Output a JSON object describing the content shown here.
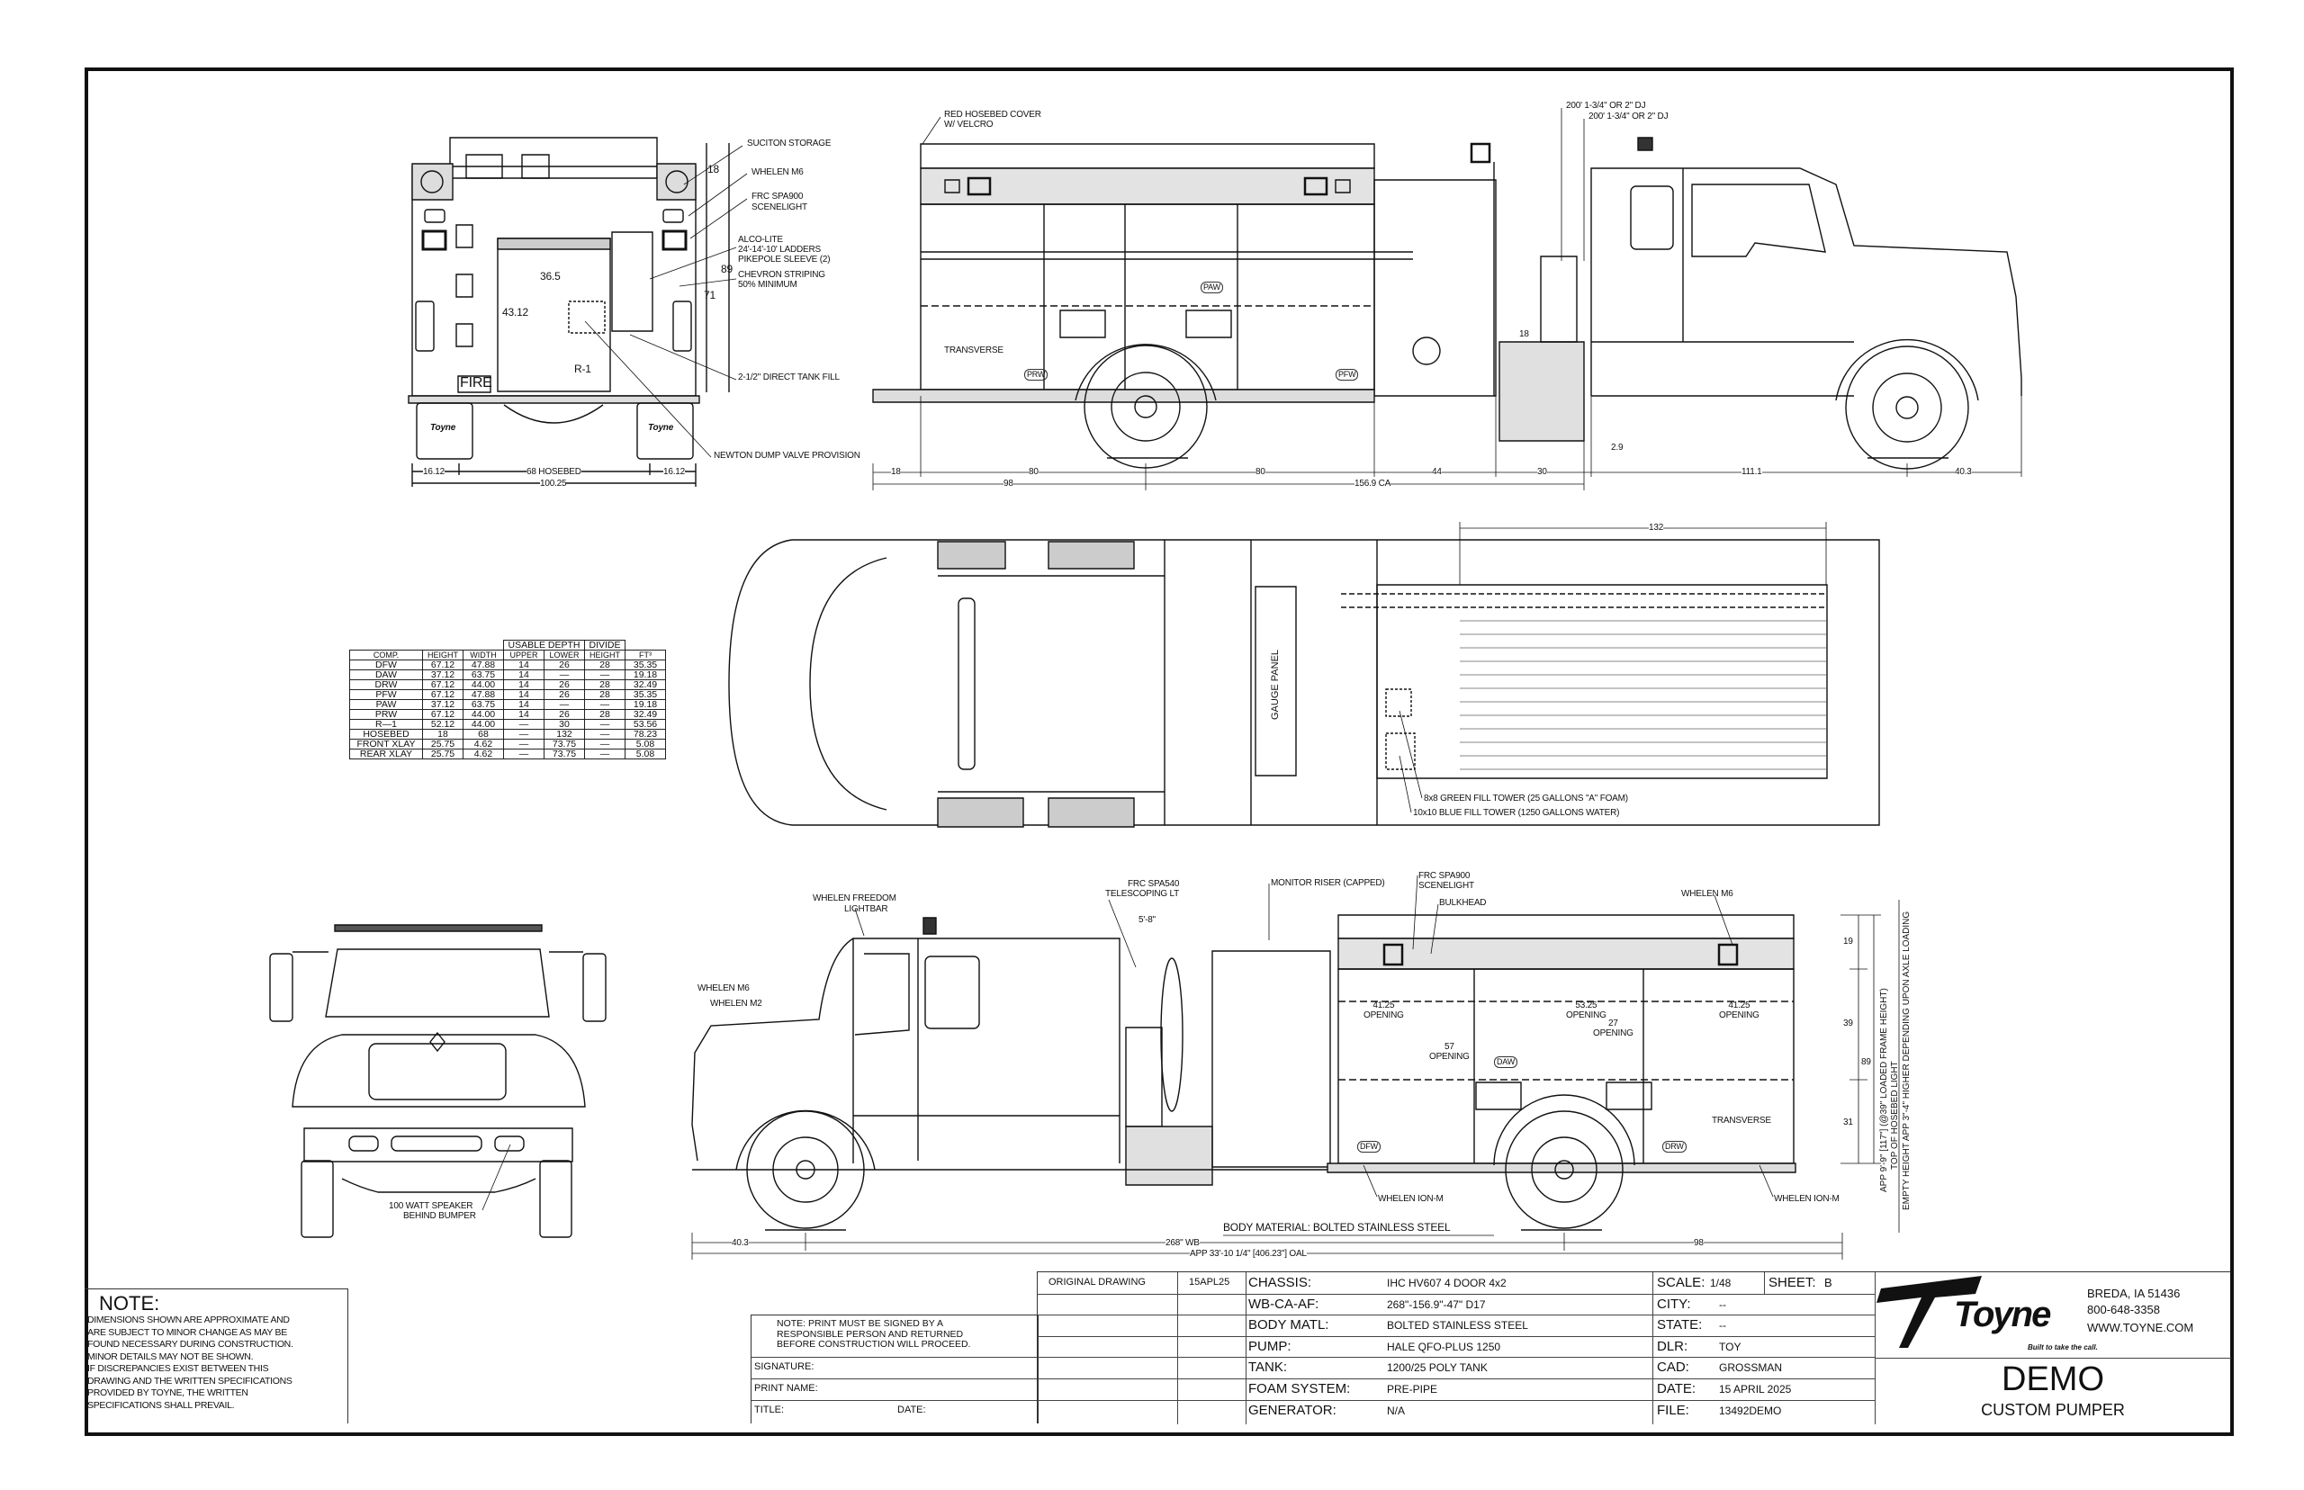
{
  "rear_view": {
    "labels": {
      "suction_storage": "SUCITON STORAGE",
      "whelen_m6": "WHELEN M6",
      "frc_spa900_1": "FRC SPA900",
      "frc_spa900_2": "SCENELIGHT",
      "alco_1": "ALCO-LITE",
      "alco_2": "24'-14'-10' LADDERS",
      "alco_3": "PIKEPOLE SLEEVE (2)",
      "chevron_1": "CHEVRON STRIPING",
      "chevron_2": "50% MINIMUM",
      "tank_fill": "2-1/2\" DIRECT TANK FILL",
      "dump_valve": "NEWTON DUMP VALVE PROVISION",
      "fire": "FIRE",
      "r1": "R-1",
      "logo_left": "Toyne",
      "logo_right": "Toyne"
    },
    "dims": {
      "d18": "18",
      "d89": "89",
      "d71": "71",
      "d36_5": "36.5",
      "d43_12": "43.12",
      "left": "16.12",
      "hosebed": "68  HOSEBED",
      "right": "16.12",
      "overall": "100.25"
    }
  },
  "side_view_top": {
    "labels": {
      "hosebed_cover_1": "RED HOSEBED COVER",
      "hosebed_cover_2": "W/ VELCRO",
      "dj_1": "200' 1-3/4\" OR 2\" DJ",
      "dj_2": "200' 1-3/4\" OR 2\" DJ",
      "paw": "PAW",
      "transverse": "TRANSVERSE",
      "prw": "PRW",
      "pfw": "PFW"
    },
    "dims": {
      "step": "18",
      "gap": "2.9",
      "d18": "18",
      "d80a": "80",
      "d80b": "80",
      "d44": "44",
      "d30": "30",
      "d111": "111.1",
      "d40": "40.3",
      "d98": "98",
      "ca": "156.9  CA"
    }
  },
  "plan_view": {
    "labels": {
      "gauge_panel": "GAUGE  PANEL",
      "green_tower": "8x8 GREEN FILL TOWER (25 GALLONS \"A\" FOAM)",
      "blue_tower": "10x10 BLUE FILL TOWER (1250 GALLONS WATER)"
    },
    "dims": {
      "d132": "132"
    }
  },
  "compartment_table": {
    "group_headers": {
      "usable_depth": "USABLE  DEPTH",
      "divide": "DIVIDE"
    },
    "headers": [
      "COMP.",
      "HEIGHT",
      "WIDTH",
      "UPPER",
      "LOWER",
      "HEIGHT",
      "FT³"
    ],
    "rows": [
      [
        "DFW",
        "67.12",
        "47.88",
        "14",
        "26",
        "28",
        "35.35"
      ],
      [
        "DAW",
        "37.12",
        "63.75",
        "14",
        "—",
        "—",
        "19.18"
      ],
      [
        "DRW",
        "67.12",
        "44.00",
        "14",
        "26",
        "28",
        "32.49"
      ],
      [
        "PFW",
        "67.12",
        "47.88",
        "14",
        "26",
        "28",
        "35.35"
      ],
      [
        "PAW",
        "37.12",
        "63.75",
        "14",
        "—",
        "—",
        "19.18"
      ],
      [
        "PRW",
        "67.12",
        "44.00",
        "14",
        "26",
        "28",
        "32.49"
      ],
      [
        "R—1",
        "52.12",
        "44.00",
        "—",
        "30",
        "—",
        "53.56"
      ],
      [
        "HOSEBED",
        "18",
        "68",
        "—",
        "132",
        "—",
        "78.23"
      ],
      [
        "FRONT  XLAY",
        "25.75",
        "4.62",
        "—",
        "73.75",
        "—",
        "5.08"
      ],
      [
        "REAR  XLAY",
        "25.75",
        "4.62",
        "—",
        "73.75",
        "—",
        "5.08"
      ]
    ]
  },
  "front_view": {
    "labels": {
      "speaker_1": "100  WATT  SPEAKER",
      "speaker_2": "BEHIND  BUMPER"
    }
  },
  "side_view_bottom": {
    "labels": {
      "lightbar_1": "WHELEN FREEDOM",
      "lightbar_2": "LIGHTBAR",
      "spa540_1": "FRC SPA540",
      "spa540_2": "TELESCOPING LT",
      "monitor": "MONITOR  RISER  (CAPPED)",
      "spa900_1": "FRC SPA900",
      "spa900_2": "SCENELIGHT",
      "bulkhead": "BULKHEAD",
      "person_height": "5'-8\"",
      "whelen_m6_right": "WHELEN M6",
      "whelen_m6_left": "WHELEN M6",
      "whelen_m2": "WHELEN M2",
      "open_41a": "41.25",
      "open_53": "53.25",
      "open_41b": "41.25",
      "open_27": "27",
      "open_57": "57",
      "opening": "OPENING",
      "daw": "DAW",
      "dfw": "DFW",
      "drw": "DRW",
      "transverse": "TRANSVERSE",
      "ion_m_left": "WHELEN ION-M",
      "ion_m_right": "WHELEN ION-M",
      "body_material": "BODY  MATERIAL:  BOLTED  STAINLESS  STEEL",
      "height_1": "APP  9'-9\"  [117\"]  (@39\"  LOADED  FRAME  HEIGHT)",
      "height_2": "TOP  OF  HOSEBED  LIGHT",
      "height_3": "EMPTY  HEIGHT  APP  3\"-4\"  HIGHER  DEPENDING  UPON  AXLE  LOADING"
    },
    "dims": {
      "d19": "19",
      "d39": "39",
      "d89": "89",
      "d31": "31",
      "front": "40.3",
      "wb": "268\"  WB",
      "rear": "98",
      "oal": "APP  33'-10  1/4\"  [406.23\"]  OAL"
    }
  },
  "notes": {
    "title": "NOTE:",
    "lines": [
      "DIMENSIONS SHOWN ARE APPROXIMATE AND",
      "ARE SUBJECT TO MINOR CHANGE AS MAY BE",
      "FOUND NECESSARY DURING CONSTRUCTION.",
      "MINOR DETAILS MAY NOT BE SHOWN.",
      "IF DISCREPANCIES EXIST BETWEEN THIS",
      "DRAWING AND THE WRITTEN SPECIFICATIONS",
      "PROVIDED BY TOYNE, THE WRITTEN",
      "SPECIFICATIONS SHALL PREVAIL."
    ]
  },
  "signoff": {
    "note_lines": [
      "NOTE:  PRINT MUST BE SIGNED BY A",
      "RESPONSIBLE PERSON AND RETURNED",
      "BEFORE CONSTRUCTION WILL PROCEED."
    ],
    "signature": "SIGNATURE:",
    "print_name": "PRINT NAME:",
    "title": "TITLE:",
    "date": "DATE:"
  },
  "revisions": {
    "description": "ORIGINAL DRAWING",
    "date": "15APL25"
  },
  "specs": [
    {
      "label": "CHASSIS:",
      "value": "IHC HV607 4 DOOR 4x2"
    },
    {
      "label": "WB-CA-AF:",
      "value": "268\"-156.9\"-47\"  D17"
    },
    {
      "label": "BODY MATL:",
      "value": "BOLTED STAINLESS STEEL"
    },
    {
      "label": "PUMP:",
      "value": "HALE QFO-PLUS 1250"
    },
    {
      "label": "TANK:",
      "value": "1200/25 POLY TANK"
    },
    {
      "label": "FOAM SYSTEM:",
      "value": "PRE-PIPE"
    },
    {
      "label": "GENERATOR:",
      "value": "N/A"
    }
  ],
  "job": {
    "scale_label": "SCALE:",
    "scale": "1/48",
    "sheet_label": "SHEET:",
    "sheet": "B",
    "rows": [
      {
        "label": "CITY:",
        "value": "--"
      },
      {
        "label": "STATE:",
        "value": "--"
      },
      {
        "label": "DLR:",
        "value": "TOY"
      },
      {
        "label": "CAD:",
        "value": "GROSSMAN"
      },
      {
        "label": "DATE:",
        "value": "15 APRIL 2025"
      },
      {
        "label": "FILE:",
        "value": "13492DEMO"
      }
    ]
  },
  "company": {
    "logo_text": "Toyne",
    "tagline": "Built to take the call.",
    "address": "BREDA, IA 51436",
    "phone": "800-648-3358",
    "website": "WWW.TOYNE.COM"
  },
  "project": {
    "name": "DEMO",
    "type": "CUSTOM PUMPER"
  }
}
